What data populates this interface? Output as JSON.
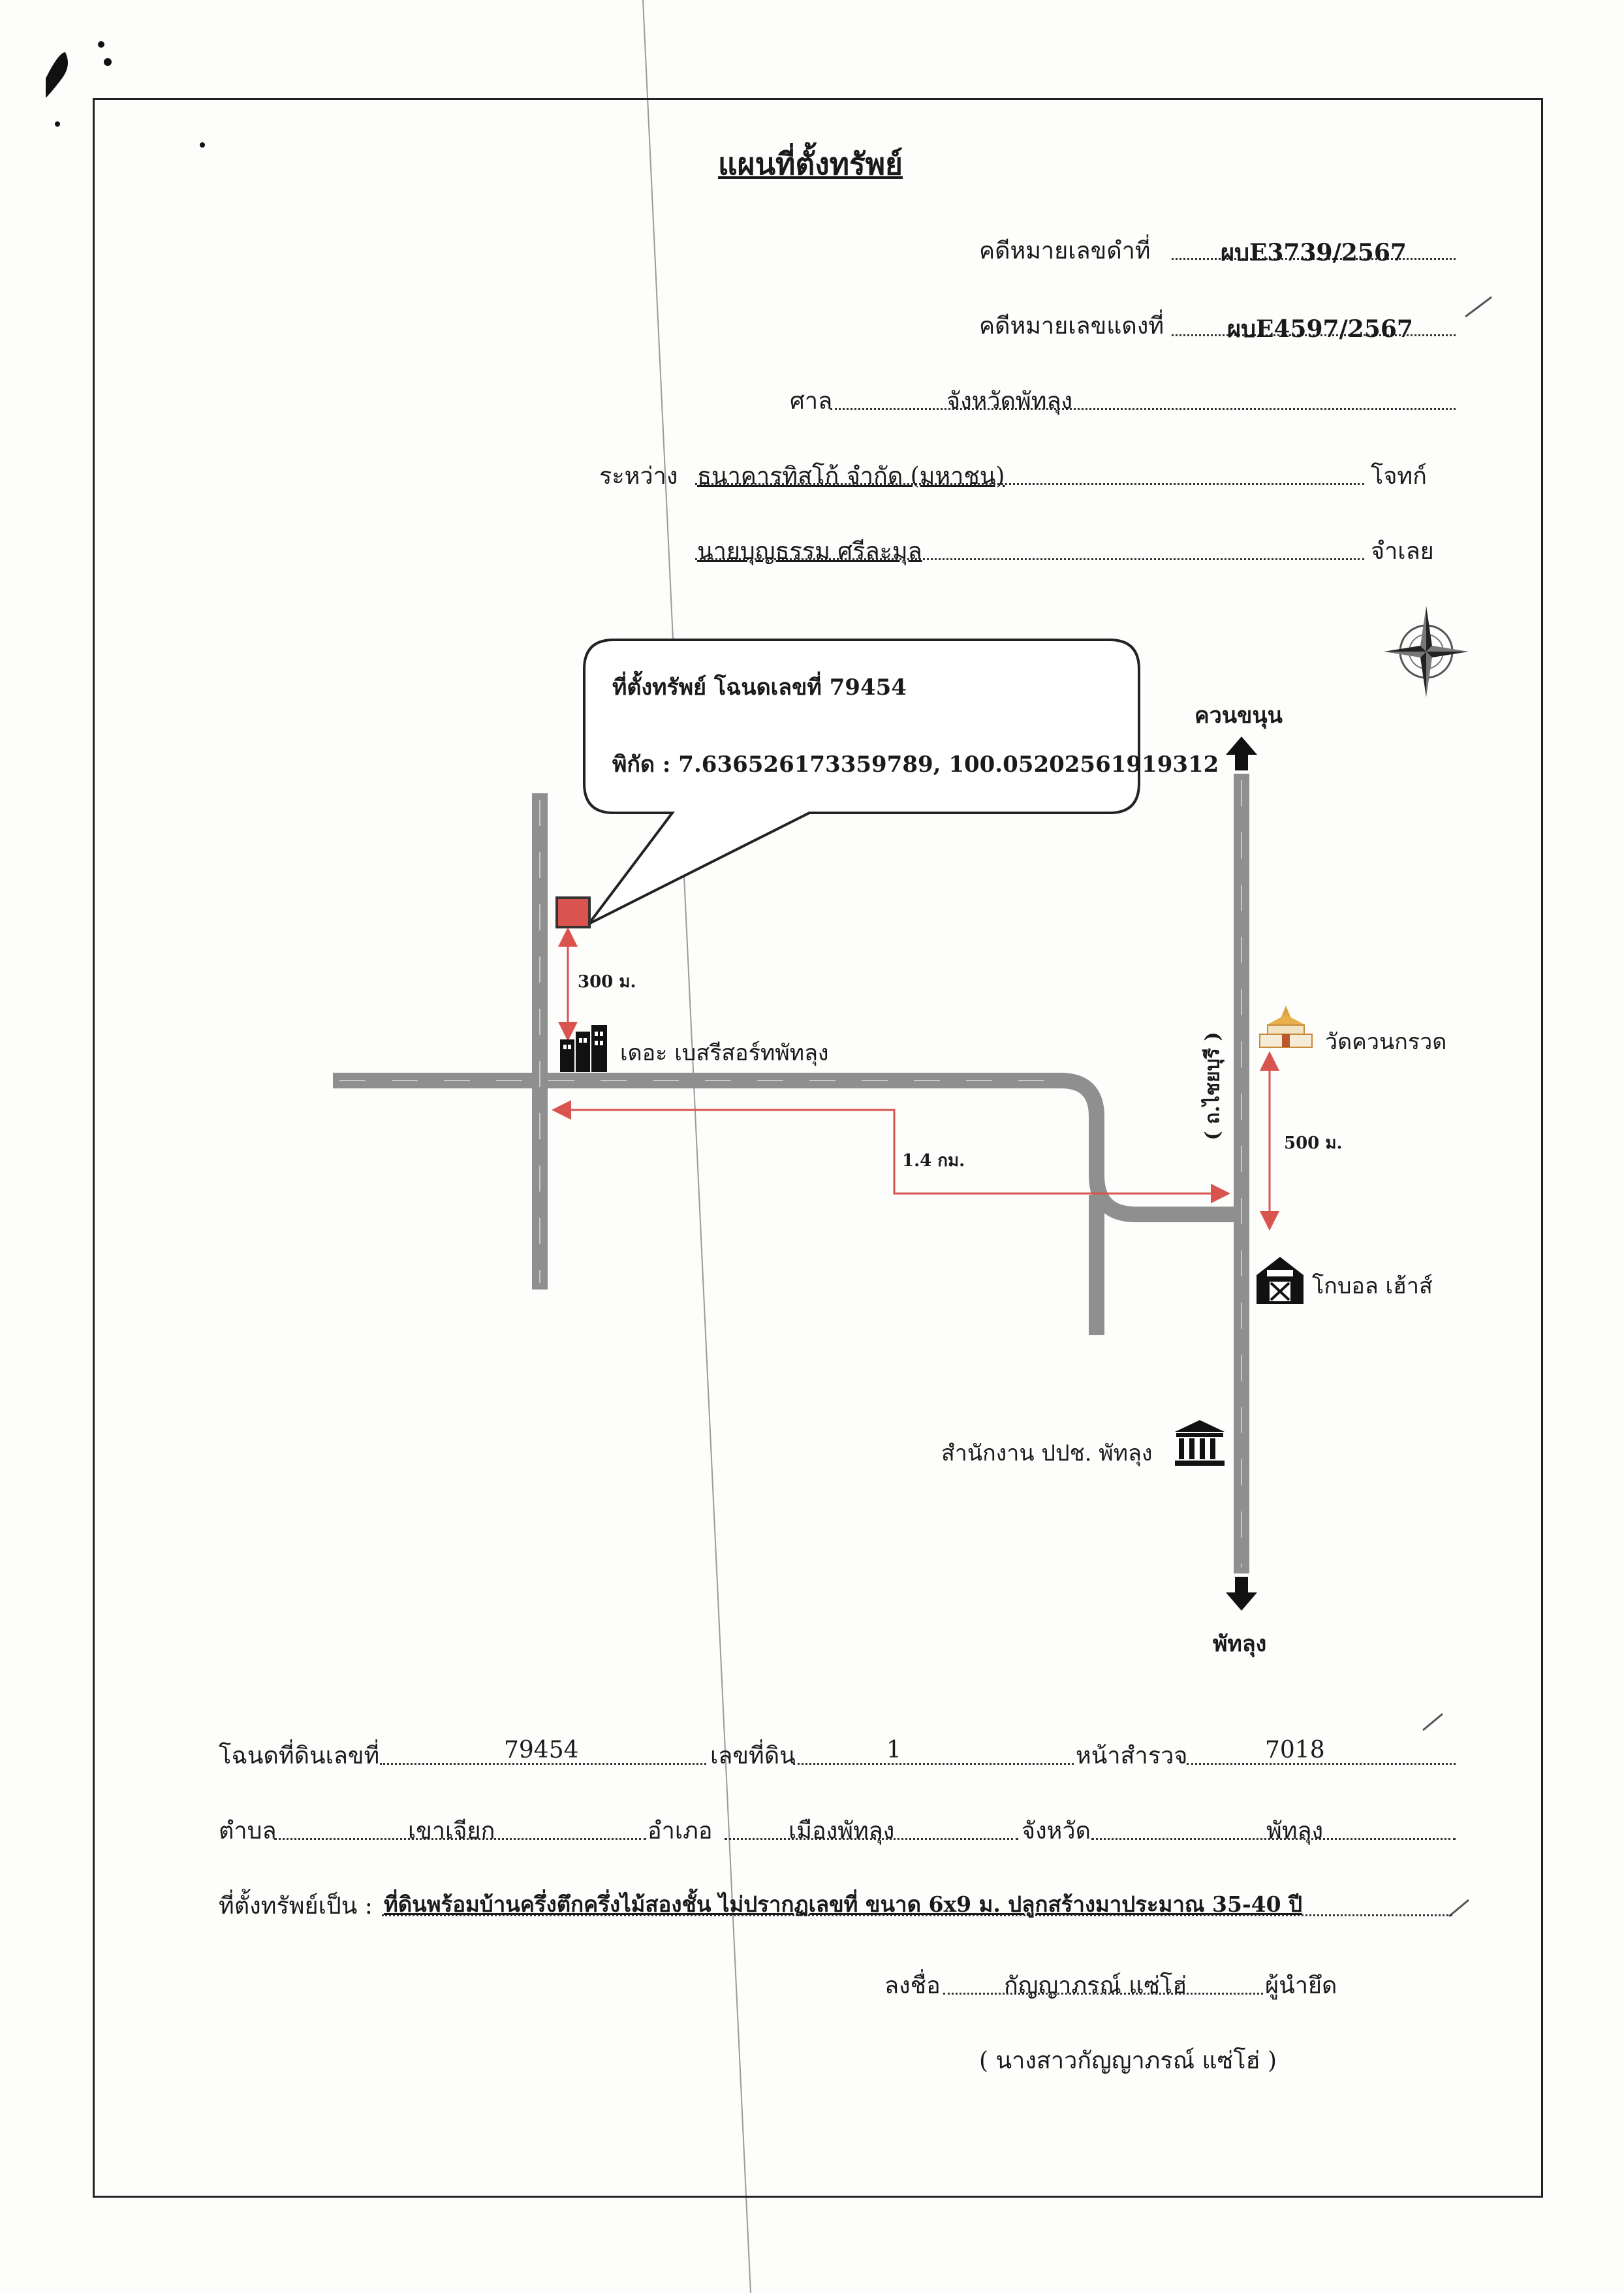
{
  "title": "แผนที่ตั้งทรัพย์",
  "case": {
    "black_label": "คดีหมายเลขดำที่",
    "black_value": "ผบE3739/2567",
    "red_label": "คดีหมายเลขแดงที่",
    "red_value": "ผบE4597/2567",
    "court_label": "ศาล",
    "court_value": "จังหวัดพัทลุง",
    "between_label": "ระหว่าง",
    "plaintiff_value": "ธนาคารทิสโก้ จำกัด (มหาชน)",
    "plaintiff_label": "โจทก์",
    "defendant_value": "นายบุญธรรม ศรีละมุล",
    "defendant_label": "จำเลย"
  },
  "map": {
    "callout_line1": "ที่ตั้งทรัพย์ โฉนดเลขที่ 79454",
    "callout_line2": "พิกัด : 7.636526173359789, 100.05202561919312",
    "north_label": "ควนขนุน",
    "south_label": "พัทลุง",
    "road_label": "( ถ.ไชยบุรี )",
    "dist_300": "300 ม.",
    "dist_14": "1.4 กม.",
    "dist_500": "500 ม.",
    "landmark_resort": "เดอะ เบสรีสอร์ทพัทลุง",
    "landmark_temple": "วัดควนกรวด",
    "landmark_house": "โกบอล เฮ้าส์",
    "landmark_office": "สำนักงาน ปปช. พัทลุง",
    "colors": {
      "road": "#8f8f8f",
      "marker": "#d9534f",
      "arrow": "#d9534f"
    }
  },
  "deed": {
    "deed_label": "โฉนดที่ดินเลขที่",
    "deed_value": "79454",
    "land_no_label": "เลขที่ดิน",
    "land_no_value": "1",
    "survey_label": "หน้าสำรวจ",
    "survey_value": "7018",
    "tambon_label": "ตำบล",
    "tambon_value": "เขาเจียก",
    "amphoe_label": "อำเภอ",
    "amphoe_value": "เมืองพัทลุง",
    "province_label": "จังหวัด",
    "province_value": "พัทลุง",
    "property_label": "ที่ตั้งทรัพย์เป็น :",
    "property_value": "ที่ดินพร้อมบ้านครึ่งตึกครึ่งไม้สองชั้น ไม่ปรากฏเลขที่ ขนาด 6x9 ม. ปลูกสร้างมาประมาณ 35-40 ปี"
  },
  "signature": {
    "sign_label": "ลงชื่อ",
    "sign_value": "กัญญาภรณ์ แซ่โฮ่",
    "role_label": "ผู้นำยึด",
    "printed_name": "( นางสาวกัญญาภรณ์ แซ่โฮ่ )"
  }
}
